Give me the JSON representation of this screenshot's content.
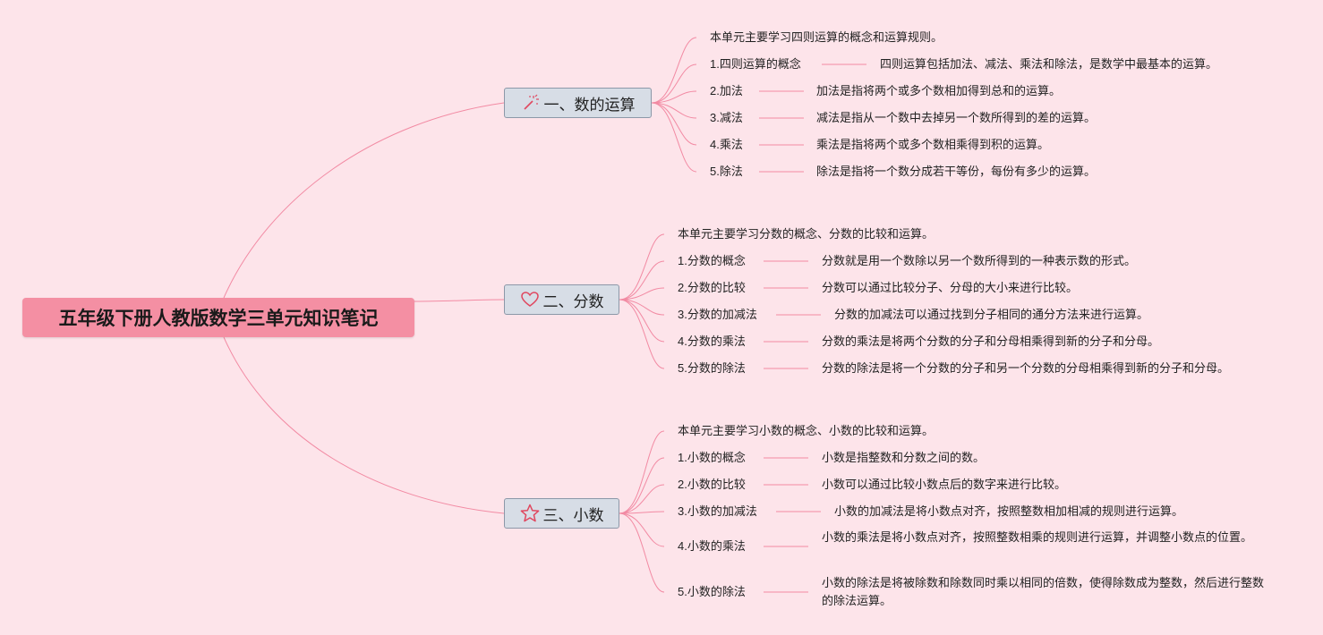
{
  "root": {
    "title": "五年级下册人教版数学三单元知识笔记"
  },
  "branches": [
    {
      "label": "一、数的运算",
      "icon": "magic-wand-icon",
      "intro": "本单元主要学习四则运算的概念和运算规则。",
      "items": [
        {
          "term": "1.四则运算的概念",
          "desc": "四则运算包括加法、减法、乘法和除法，是数学中最基本的运算。"
        },
        {
          "term": "2.加法",
          "desc": "加法是指将两个或多个数相加得到总和的运算。"
        },
        {
          "term": "3.减法",
          "desc": "减法是指从一个数中去掉另一个数所得到的差的运算。"
        },
        {
          "term": "4.乘法",
          "desc": "乘法是指将两个或多个数相乘得到积的运算。"
        },
        {
          "term": "5.除法",
          "desc": "除法是指将一个数分成若干等份，每份有多少的运算。"
        }
      ]
    },
    {
      "label": "二、分数",
      "icon": "heart-icon",
      "intro": "本单元主要学习分数的概念、分数的比较和运算。",
      "items": [
        {
          "term": "1.分数的概念",
          "desc": "分数就是用一个数除以另一个数所得到的一种表示数的形式。"
        },
        {
          "term": "2.分数的比较",
          "desc": "分数可以通过比较分子、分母的大小来进行比较。"
        },
        {
          "term": "3.分数的加减法",
          "desc": "分数的加减法可以通过找到分子相同的通分方法来进行运算。"
        },
        {
          "term": "4.分数的乘法",
          "desc": "分数的乘法是将两个分数的分子和分母相乘得到新的分子和分母。"
        },
        {
          "term": "5.分数的除法",
          "desc": "分数的除法是将一个分数的分子和另一个分数的分母相乘得到新的分子和分母。"
        }
      ]
    },
    {
      "label": "三、小数",
      "icon": "star-icon",
      "intro": "本单元主要学习小数的概念、小数的比较和运算。",
      "items": [
        {
          "term": "1.小数的概念",
          "desc": "小数是指整数和分数之间的数。"
        },
        {
          "term": "2.小数的比较",
          "desc": "小数可以通过比较小数点后的数字来进行比较。"
        },
        {
          "term": "3.小数的加减法",
          "desc": "小数的加减法是将小数点对齐，按照整数相加相减的规则进行运算。"
        },
        {
          "term": "4.小数的乘法",
          "desc": "小数的乘法是将小数点对齐，按照整数相乘的规则进行运算，并调整小数点的位置。"
        },
        {
          "term": "5.小数的除法",
          "desc": "小数的除法是将被除数和除数同时乘以相同的倍数，使得除数成为整数，然后进行整数的除法运算。"
        }
      ]
    }
  ],
  "colors": {
    "background": "#fde4ea",
    "root": "#f48fa3",
    "topic": "#d7dde6",
    "connector": "#f28aa3",
    "icon": "#e0475f"
  }
}
